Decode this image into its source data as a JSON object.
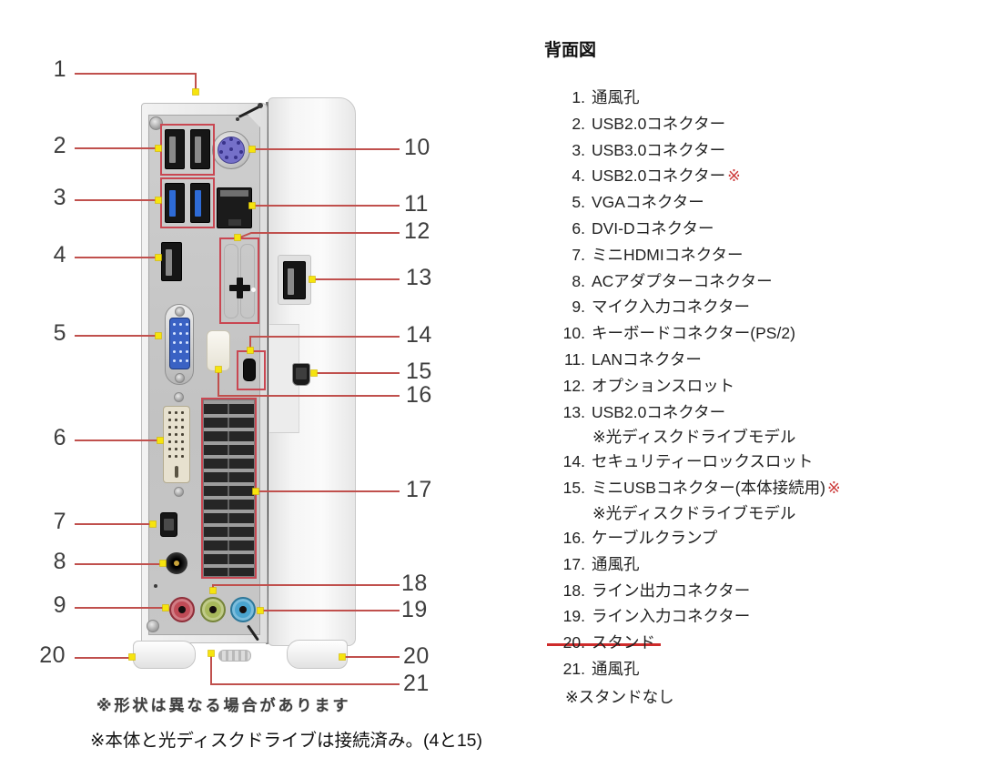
{
  "legend": {
    "title": "背面図",
    "items": [
      {
        "num": "1.",
        "label": "通風孔"
      },
      {
        "num": "2.",
        "label": "USB2.0コネクター"
      },
      {
        "num": "3.",
        "label": "USB3.0コネクター"
      },
      {
        "num": "4.",
        "label": "USB2.0コネクター",
        "suffix": "※"
      },
      {
        "num": "5.",
        "label": "VGAコネクター"
      },
      {
        "num": "6.",
        "label": "DVI-Dコネクター"
      },
      {
        "num": "7.",
        "label": "ミニHDMIコネクター"
      },
      {
        "num": "8.",
        "label": "ACアダプターコネクター"
      },
      {
        "num": "9.",
        "label": "マイク入力コネクター"
      },
      {
        "num": "10.",
        "label": "キーボードコネクター(PS/2)"
      },
      {
        "num": "11.",
        "label": "LANコネクター"
      },
      {
        "num": "12.",
        "label": "オプションスロット"
      },
      {
        "num": "13.",
        "label": "USB2.0コネクター",
        "note": "※光ディスクドライブモデル"
      },
      {
        "num": "14.",
        "label": "セキュリティーロックスロット"
      },
      {
        "num": "15.",
        "label": "ミニUSBコネクター(本体接続用)",
        "suffix": "※",
        "note": "※光ディスクドライブモデル"
      },
      {
        "num": "16.",
        "label": "ケーブルクランプ"
      },
      {
        "num": "17.",
        "label": "通風孔"
      },
      {
        "num": "18.",
        "label": "ライン出力コネクター"
      },
      {
        "num": "19.",
        "label": "ライン入力コネクター"
      },
      {
        "num": "20.",
        "label": "スタンド",
        "strikethrough": true
      },
      {
        "num": "21.",
        "label": "通風孔"
      }
    ],
    "footnote": "※スタンドなし"
  },
  "diagram": {
    "callouts": [
      {
        "id": "c1",
        "label": "1"
      },
      {
        "id": "c2",
        "label": "2"
      },
      {
        "id": "c3",
        "label": "3"
      },
      {
        "id": "c4",
        "label": "4"
      },
      {
        "id": "c5",
        "label": "5"
      },
      {
        "id": "c6",
        "label": "6"
      },
      {
        "id": "c7",
        "label": "7"
      },
      {
        "id": "c8",
        "label": "8"
      },
      {
        "id": "c9",
        "label": "9"
      },
      {
        "id": "c20l",
        "label": "20"
      },
      {
        "id": "c10",
        "label": "10"
      },
      {
        "id": "c11",
        "label": "11"
      },
      {
        "id": "c12",
        "label": "12"
      },
      {
        "id": "c13",
        "label": "13"
      },
      {
        "id": "c14",
        "label": "14"
      },
      {
        "id": "c15",
        "label": "15"
      },
      {
        "id": "c16",
        "label": "16"
      },
      {
        "id": "c17",
        "label": "17"
      },
      {
        "id": "c18",
        "label": "18"
      },
      {
        "id": "c19",
        "label": "19"
      },
      {
        "id": "c20r",
        "label": "20"
      },
      {
        "id": "c21",
        "label": "21"
      }
    ]
  },
  "notes": {
    "shape_note": "※形状は異なる場合があります",
    "connection_note": "※本体と光ディスクドライブは接続済み。(4と15)"
  },
  "colors": {
    "line_red": "#c0504d",
    "box_red": "#c94752",
    "marker_yellow": "#f6e40e",
    "strike_red": "#ce2b2b",
    "note_red": "#cc3b3b",
    "number_gray": "#3d3d3d"
  }
}
